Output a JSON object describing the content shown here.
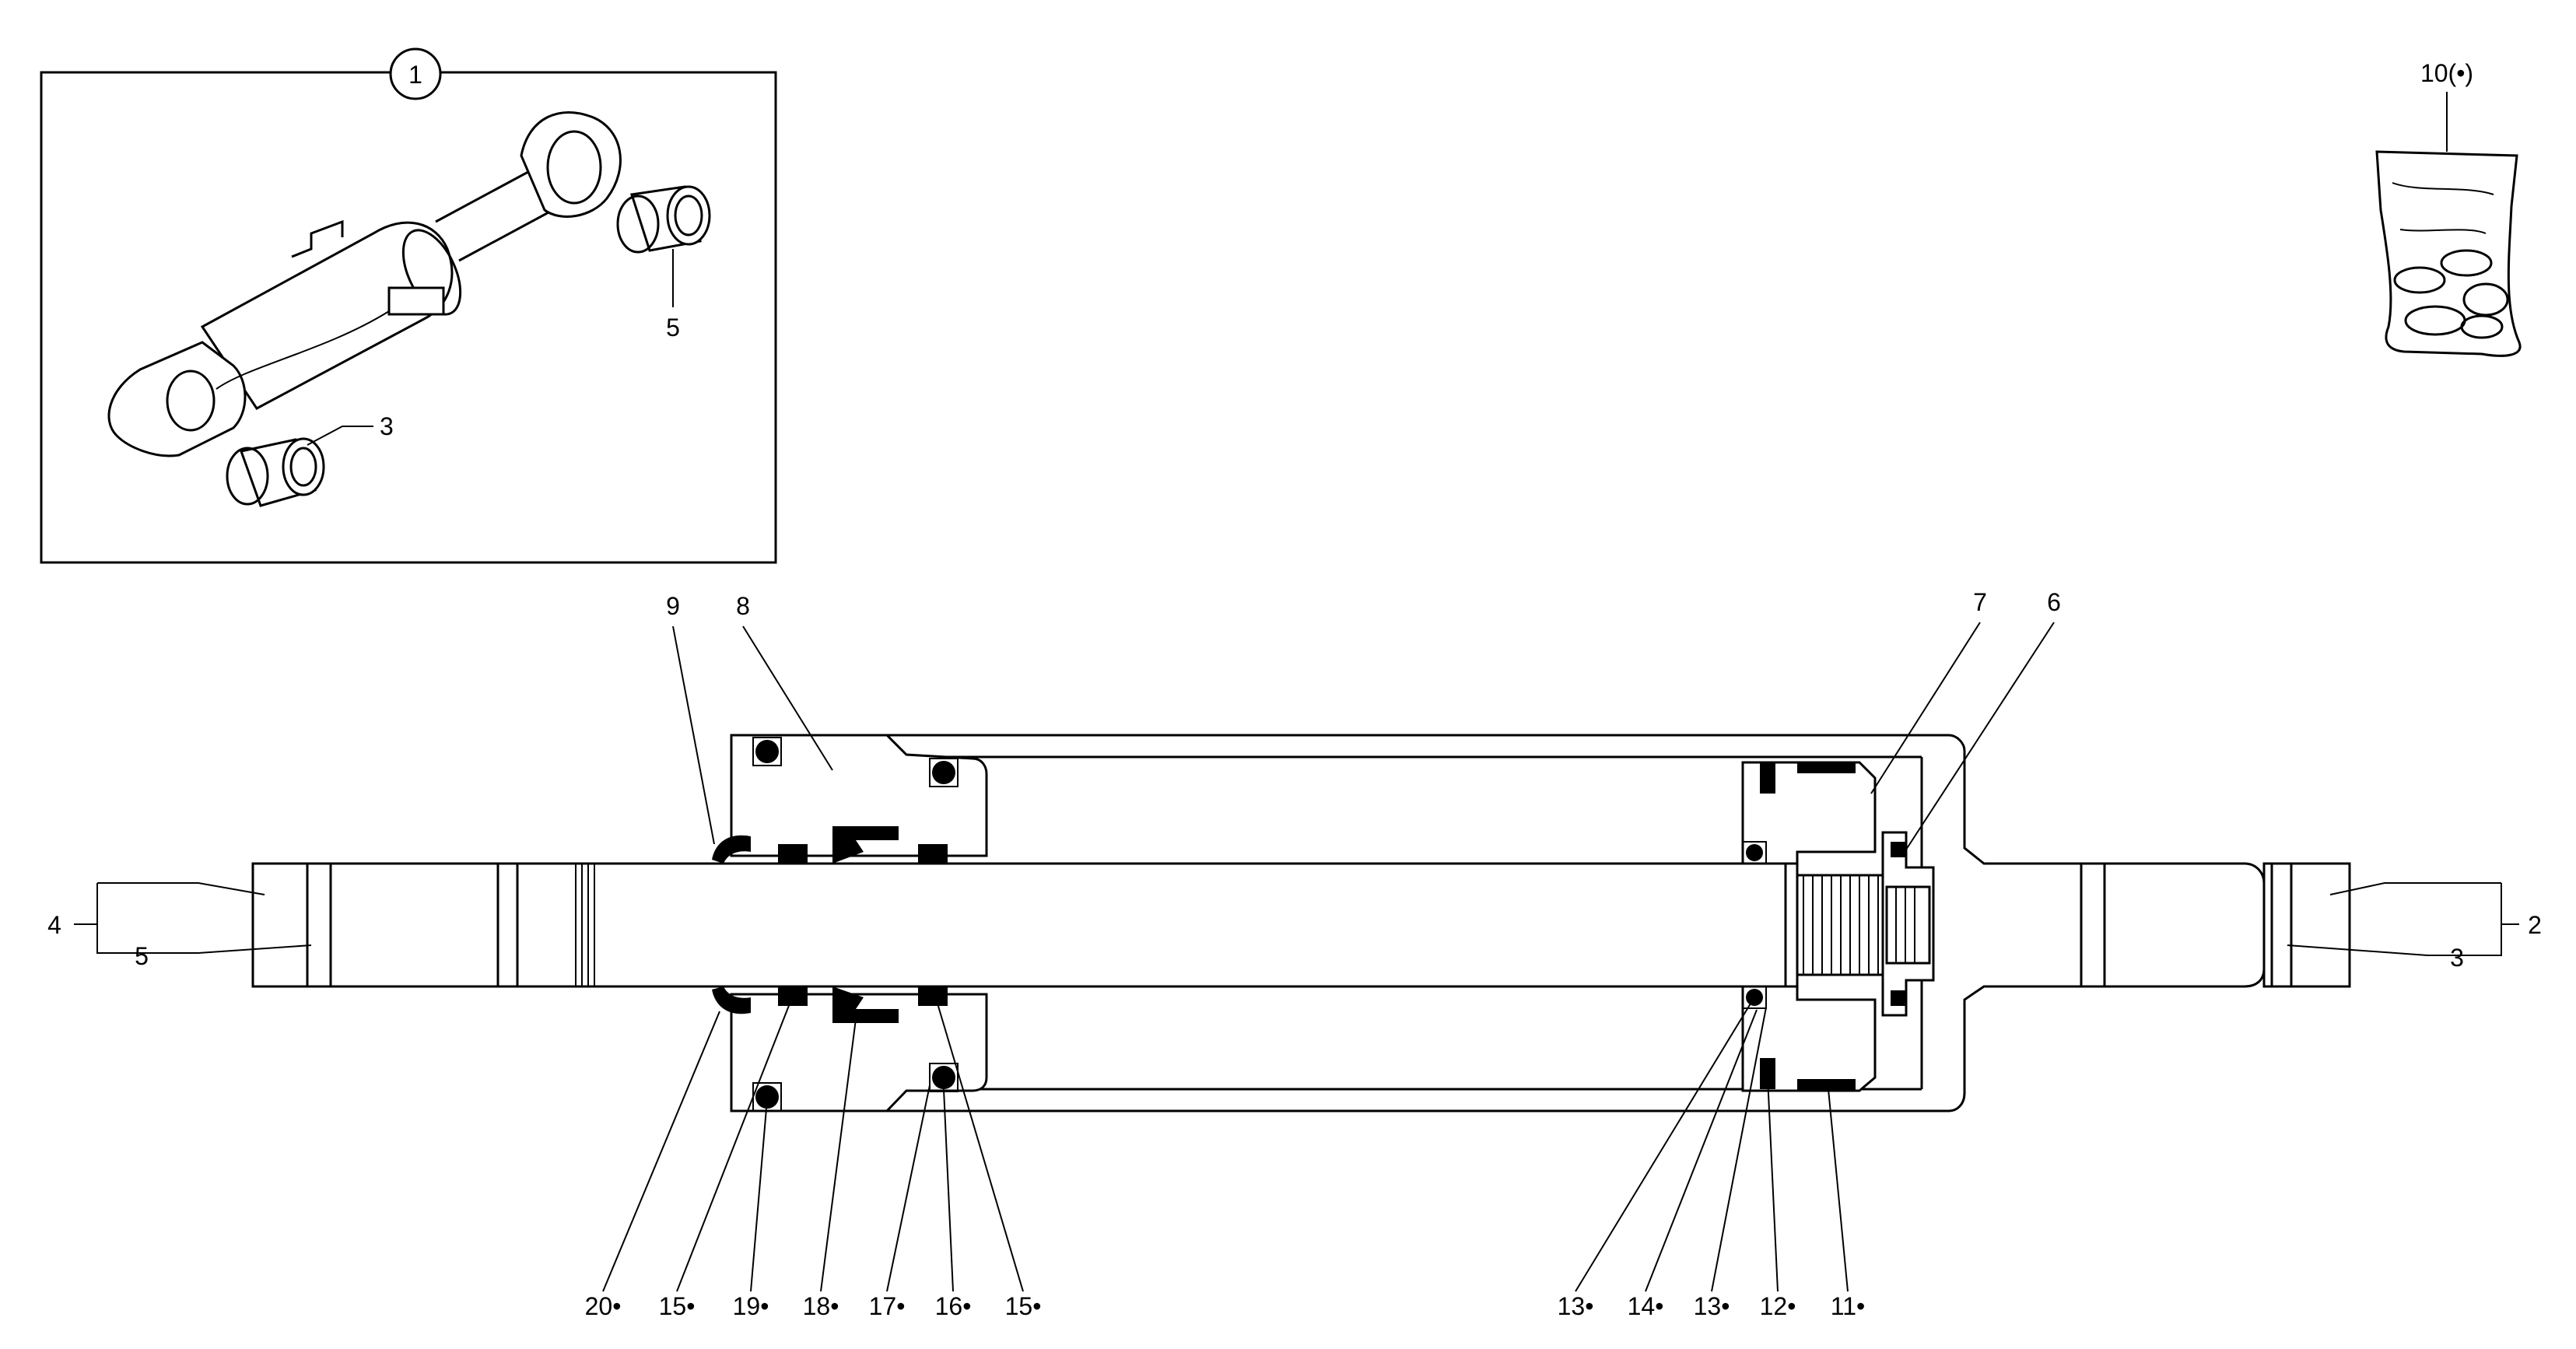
{
  "callouts": {
    "c1": "1",
    "inset_5": "5",
    "inset_3": "3",
    "kit_10": "10(•)",
    "left_4": "4",
    "left_5": "5",
    "right_2": "2",
    "right_3": "3",
    "top_9": "9",
    "top_8": "8",
    "top_7": "7",
    "top_6": "6",
    "b20": "20•",
    "b15a": "15•",
    "b19": "19•",
    "b18": "18•",
    "b17": "17•",
    "b16": "16•",
    "b15b": "15•",
    "b13a": "13•",
    "b14": "14•",
    "b13b": "13•",
    "b12": "12•",
    "b11": "11•"
  }
}
